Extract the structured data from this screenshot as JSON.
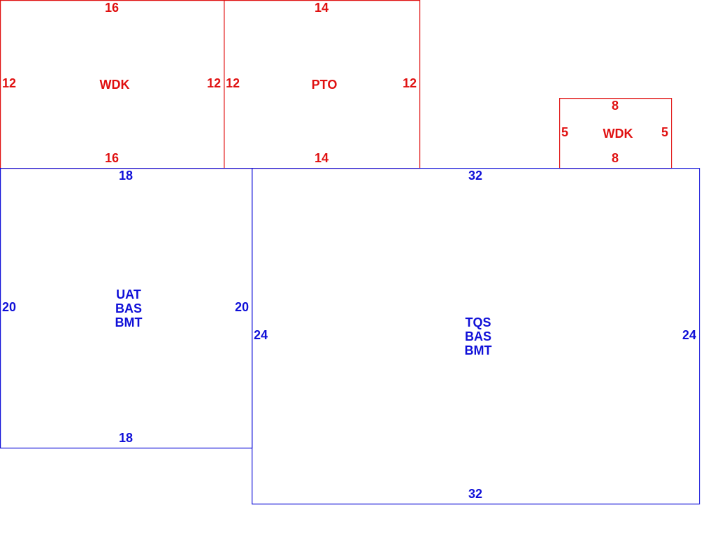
{
  "colors": {
    "red": "#e01010",
    "blue": "#1010d8"
  },
  "rooms": [
    {
      "id": "wdk-left",
      "color": "red",
      "labels": [
        "WDK"
      ],
      "dims": {
        "top": "16",
        "bottom": "16",
        "left": "12",
        "right": "12"
      }
    },
    {
      "id": "pto",
      "color": "red",
      "labels": [
        "PTO"
      ],
      "dims": {
        "top": "14",
        "bottom": "14",
        "left": "12",
        "right": "12"
      }
    },
    {
      "id": "wdk-right",
      "color": "red",
      "labels": [
        "WDK"
      ],
      "dims": {
        "top": "8",
        "bottom": "8",
        "left": "5",
        "right": "5"
      }
    },
    {
      "id": "uat-bas-bmt",
      "color": "blue",
      "labels": [
        "UAT",
        "BAS",
        "BMT"
      ],
      "dims": {
        "top": "18",
        "bottom": "18",
        "left": "20",
        "right": "20"
      }
    },
    {
      "id": "tqs-bas-bmt",
      "color": "blue",
      "labels": [
        "TQS",
        "BAS",
        "BMT"
      ],
      "dims": {
        "top": "32",
        "bottom": "32",
        "left": "24",
        "right": "24"
      }
    }
  ]
}
